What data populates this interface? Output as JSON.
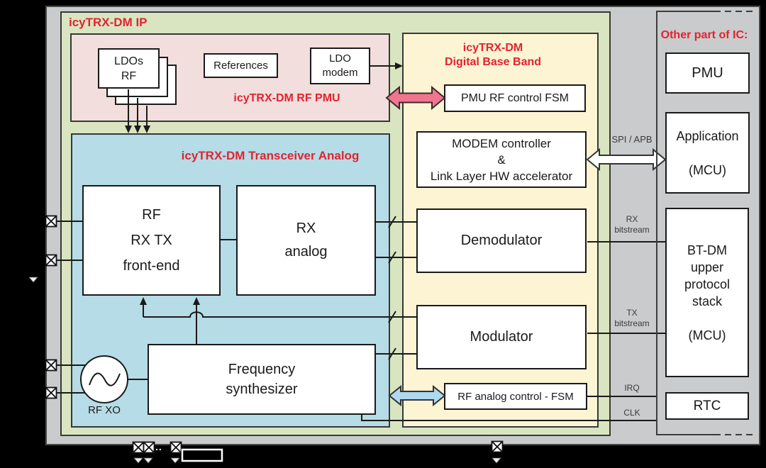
{
  "colors": {
    "background": "#000000",
    "frame_gray": "#cacbcc",
    "ip_green": "#d9e5c0",
    "pmu_pink": "#f2dedc",
    "analog_blue": "#b5dce7",
    "baseband_yellow": "#fdf4d3",
    "title_red": "#e32330",
    "pink_arrow": "#f1758f",
    "blue_arrow": "#aed9ee",
    "line_black": "#1a1a1a"
  },
  "ip": {
    "title": "icyTRX-DM IP"
  },
  "rf_pmu": {
    "title": "icyTRX-DM RF PMU",
    "ldos": "LDOs\nRF",
    "references": "References",
    "ldo_modem": "LDO\nmodem"
  },
  "analog": {
    "title": "icyTRX-DM Transceiver Analog",
    "rf_frontend": "RF\nRX TX\nfront-end",
    "rx_analog": "RX\nanalog",
    "freq_synth": "Frequency\nsynthesizer",
    "rf_xo": "RF XO"
  },
  "baseband": {
    "title": "icyTRX-DM\nDigital Base Band",
    "pmu_fsm": "PMU RF control FSM",
    "modem_ctrl": "MODEM controller\n&\nLink Layer HW accelerator",
    "demodulator": "Demodulator",
    "modulator": "Modulator",
    "rf_fsm": "RF analog control - FSM"
  },
  "buses": {
    "spi_apb": "SPI / APB",
    "rx_bitstream": "RX\nbitstream",
    "tx_bitstream": "TX\nbitstream",
    "irq": "IRQ",
    "clk": "CLK"
  },
  "other_ic": {
    "title": "Other part of IC:",
    "pmu": "PMU",
    "application": "Application\n\n(MCU)",
    "bt_stack": "BT-DM\nupper\nprotocol\nstack\n\n(MCU)",
    "rtc": "RTC"
  },
  "ports": {
    "ellipsis": ".."
  }
}
